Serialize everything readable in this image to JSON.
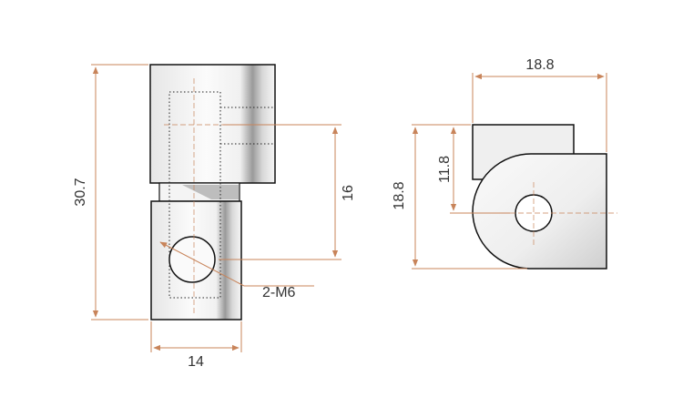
{
  "colors": {
    "dimension": "#c8845a",
    "outline": "#111111",
    "text": "#333333",
    "metal_light": "#f4f4f4",
    "metal_dark": "#8c8c8c"
  },
  "side_view": {
    "height_label": "30.7",
    "width_label": "14",
    "offset_label": "16",
    "thread_label": "2-M6"
  },
  "end_view": {
    "width_label": "18.8",
    "height_label": "18.8",
    "inner_label": "11.8"
  }
}
